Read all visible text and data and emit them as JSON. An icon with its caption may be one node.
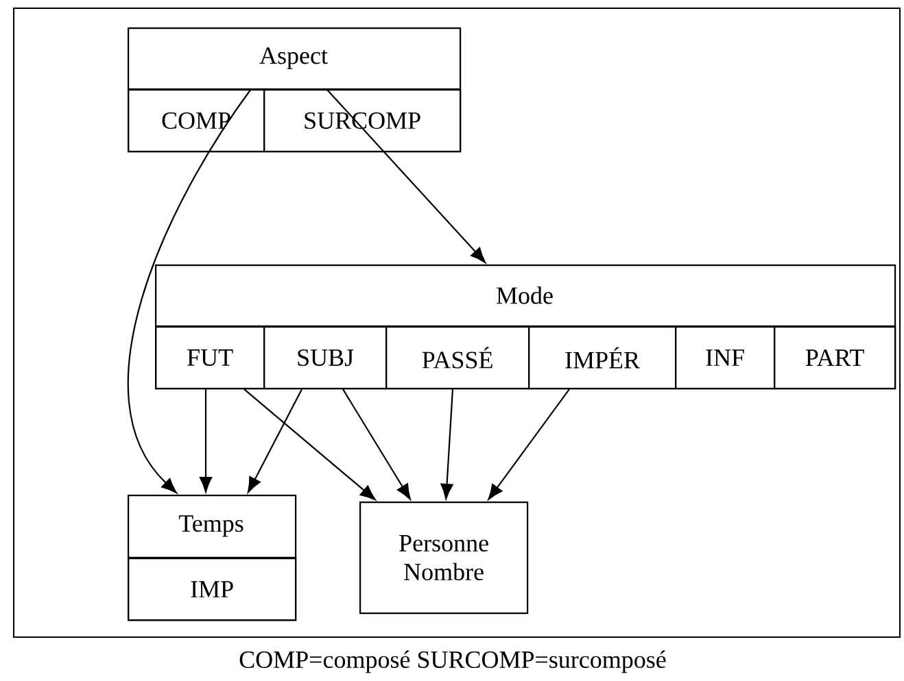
{
  "diagram": {
    "caption": "COMP=composé SURCOMP=surcomposé",
    "nodes": [
      {
        "text": [
          "Aspect"
        ]
      },
      {
        "text": [
          "COMP"
        ],
        "in": 0
      },
      {
        "text": [
          "SURCOMP"
        ],
        "in": 0
      },
      {
        "text": [
          "Mode"
        ]
      },
      {
        "text": [
          "FUT"
        ],
        "in": 3
      },
      {
        "text": [
          "SUBJ"
        ],
        "in": 3
      },
      {
        "text": [
          "PASSÉ"
        ],
        "in": 3
      },
      {
        "text": [
          "IMPÉR"
        ],
        "in": 3
      },
      {
        "text": [
          "INF"
        ],
        "in": 3
      },
      {
        "text": [
          "PART"
        ],
        "in": 3
      },
      {
        "text": [
          "Temps"
        ]
      },
      {
        "text": [
          "IMP"
        ],
        "in": 10
      },
      {
        "text": [
          "Personne Nombre"
        ]
      }
    ],
    "edges": [
      {
        "from": 1,
        "to": 10,
        "arrow": "to"
      },
      {
        "from": 2,
        "to": 3,
        "arrow": "to"
      },
      {
        "from": 4,
        "to": 10,
        "arrow": "to"
      },
      {
        "from": 4,
        "to": 12,
        "arrow": "to"
      },
      {
        "from": 5,
        "to": 10,
        "arrow": "to"
      },
      {
        "from": 5,
        "to": 12,
        "arrow": "to"
      },
      {
        "from": 6,
        "to": 12,
        "arrow": "to"
      },
      {
        "from": 7,
        "to": 12,
        "arrow": "to"
      }
    ]
  }
}
